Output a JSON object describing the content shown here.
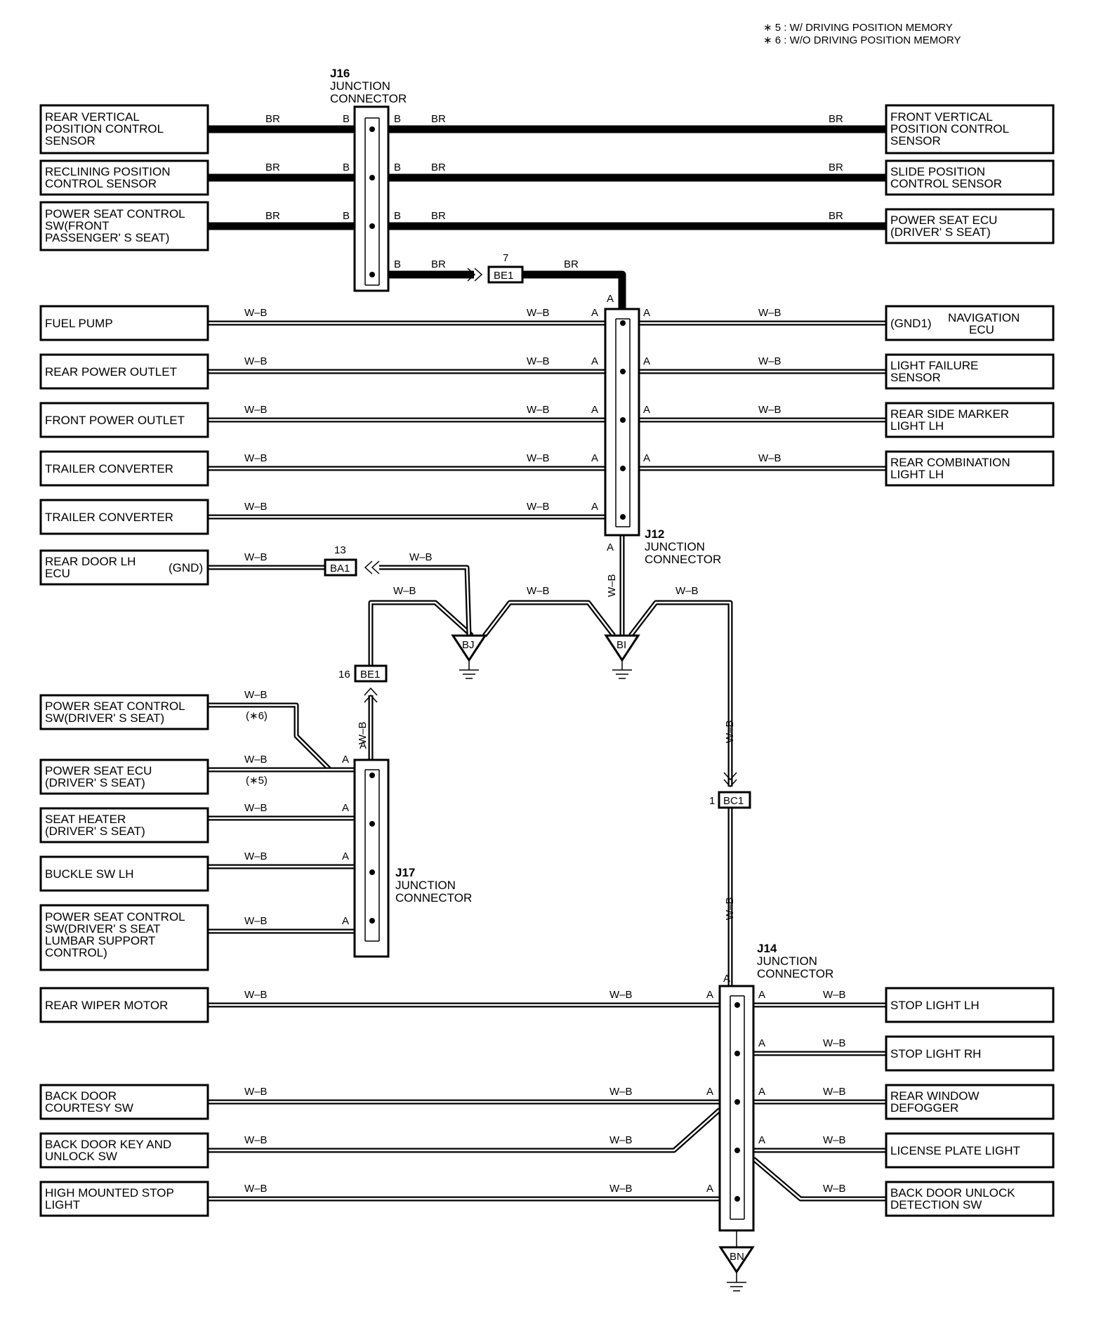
{
  "notes": [
    "∗ 5 : W/ DRIVING POSITION MEMORY",
    "∗ 6 : W/O DRIVING POSITION MEMORY"
  ],
  "junctions": {
    "J16": {
      "id": "J16",
      "line1": "JUNCTION",
      "line2": "CONNECTOR"
    },
    "J12": {
      "id": "J12",
      "line1": "JUNCTION",
      "line2": "CONNECTOR"
    },
    "J17": {
      "id": "J17",
      "line1": "JUNCTION",
      "line2": "CONNECTOR"
    },
    "J14": {
      "id": "J14",
      "line1": "JUNCTION",
      "line2": "CONNECTOR"
    }
  },
  "wire_colors": {
    "br": "BR",
    "wb": "W–B",
    "wb_v": "W–B"
  },
  "pins": {
    "a": "A",
    "b": "B"
  },
  "option_marks": {
    "m5": "(∗5)",
    "m6": "(∗6)"
  },
  "connectors": {
    "be1_top": {
      "name": "BE1",
      "num": "7"
    },
    "ba1": {
      "name": "BA1",
      "num": "13"
    },
    "be1_mid": {
      "name": "BE1",
      "num": "16"
    },
    "bc1": {
      "name": "BC1",
      "num": "1"
    }
  },
  "grounds": {
    "bj": "BJ",
    "bi": "BI",
    "bn": "BN"
  },
  "components": {
    "rear_vertical_sensor": [
      "REAR VERTICAL",
      "POSITION CONTROL",
      "SENSOR"
    ],
    "reclining_sensor": [
      "RECLINING POSITION",
      "CONTROL SENSOR"
    ],
    "pwr_seat_sw_pass": [
      "POWER SEAT CONTROL",
      "SW(FRONT",
      "PASSENGER' S SEAT)"
    ],
    "front_vertical_sensor": [
      "FRONT VERTICAL",
      "POSITION CONTROL",
      "SENSOR"
    ],
    "slide_sensor": [
      "SLIDE POSITION",
      "CONTROL SENSOR"
    ],
    "pwr_seat_ecu_top": [
      "POWER SEAT ECU",
      "(DRIVER' S SEAT)"
    ],
    "fuel_pump": [
      "FUEL PUMP"
    ],
    "rear_power_outlet": [
      "REAR POWER OUTLET"
    ],
    "front_power_outlet": [
      "FRONT POWER OUTLET"
    ],
    "trailer_conv_1": [
      "TRAILER CONVERTER"
    ],
    "trailer_conv_2": [
      "TRAILER CONVERTER"
    ],
    "rear_door_ecu": [
      "REAR DOOR LH",
      "ECU"
    ],
    "rear_door_ecu_gnd": "(GND)",
    "navigation_ecu": [
      "NAVIGATION",
      "ECU"
    ],
    "navigation_gnd": "(GND1)",
    "light_failure": [
      "LIGHT FAILURE",
      "SENSOR"
    ],
    "rear_side_marker": [
      "REAR SIDE MARKER",
      "LIGHT LH"
    ],
    "rear_combination": [
      "REAR COMBINATION",
      "LIGHT LH"
    ],
    "pwr_seat_sw_driver": [
      "POWER SEAT CONTROL",
      "SW(DRIVER' S SEAT)"
    ],
    "pwr_seat_ecu_mid": [
      "POWER SEAT ECU",
      "(DRIVER' S SEAT)"
    ],
    "seat_heater": [
      "SEAT HEATER",
      "(DRIVER' S SEAT)"
    ],
    "buckle_sw": [
      "BUCKLE SW LH"
    ],
    "lumbar_sw": [
      "POWER SEAT CONTROL",
      "SW(DRIVER' S SEAT",
      "LUMBAR SUPPORT",
      "CONTROL)"
    ],
    "rear_wiper": [
      "REAR WIPER MOTOR"
    ],
    "back_door_courtesy": [
      "BACK DOOR",
      "COURTESY SW"
    ],
    "back_door_key": [
      "BACK DOOR KEY AND",
      "UNLOCK SW"
    ],
    "high_mount_stop": [
      "HIGH MOUNTED STOP",
      "LIGHT"
    ],
    "stop_light_lh": [
      "STOP LIGHT LH"
    ],
    "stop_light_rh": [
      "STOP LIGHT RH"
    ],
    "rear_window_defogger": [
      "REAR WINDOW",
      "DEFOGGER"
    ],
    "license_plate": [
      "LICENSE PLATE LIGHT"
    ],
    "back_door_unlock": [
      "BACK DOOR UNLOCK",
      "DETECTION SW"
    ]
  }
}
